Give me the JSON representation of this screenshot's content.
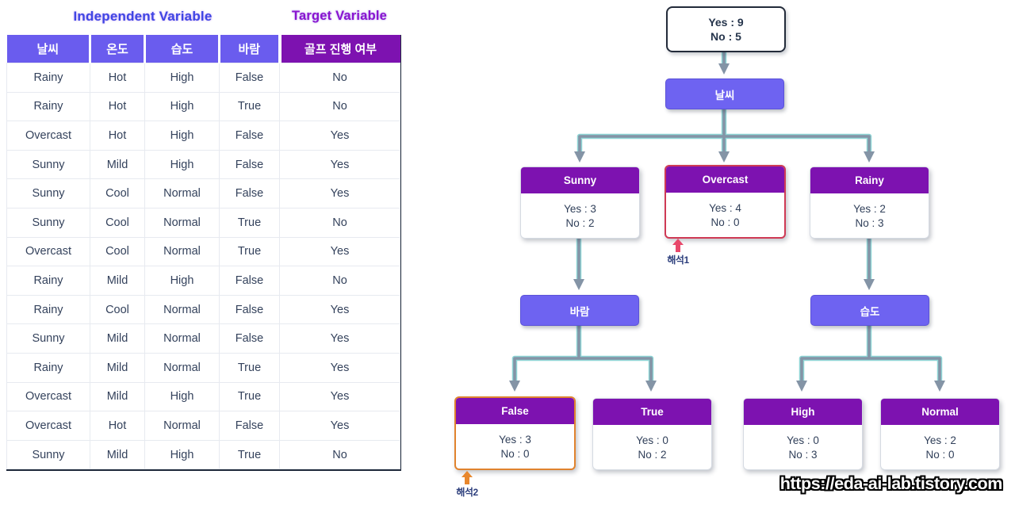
{
  "titles": {
    "independent": "Independent Variable",
    "target": "Target Variable"
  },
  "table": {
    "headers": [
      "날씨",
      "온도",
      "습도",
      "바람",
      "골프 진행 여부"
    ],
    "rows": [
      [
        "Rainy",
        "Hot",
        "High",
        "False",
        "No"
      ],
      [
        "Rainy",
        "Hot",
        "High",
        "True",
        "No"
      ],
      [
        "Overcast",
        "Hot",
        "High",
        "False",
        "Yes"
      ],
      [
        "Sunny",
        "Mild",
        "High",
        "False",
        "Yes"
      ],
      [
        "Sunny",
        "Cool",
        "Normal",
        "False",
        "Yes"
      ],
      [
        "Sunny",
        "Cool",
        "Normal",
        "True",
        "No"
      ],
      [
        "Overcast",
        "Cool",
        "Normal",
        "True",
        "Yes"
      ],
      [
        "Rainy",
        "Mild",
        "High",
        "False",
        "No"
      ],
      [
        "Rainy",
        "Cool",
        "Normal",
        "False",
        "Yes"
      ],
      [
        "Sunny",
        "Mild",
        "Normal",
        "False",
        "Yes"
      ],
      [
        "Rainy",
        "Mild",
        "Normal",
        "True",
        "Yes"
      ],
      [
        "Overcast",
        "Mild",
        "High",
        "True",
        "Yes"
      ],
      [
        "Overcast",
        "Hot",
        "Normal",
        "False",
        "Yes"
      ],
      [
        "Sunny",
        "Mild",
        "High",
        "True",
        "No"
      ]
    ]
  },
  "tree": {
    "root": {
      "yes": "Yes : 9",
      "no": "No : 5"
    },
    "weather": {
      "label": "날씨"
    },
    "wind": {
      "label": "바람"
    },
    "humidity": {
      "label": "습도"
    },
    "sunny": {
      "title": "Sunny",
      "yes": "Yes : 3",
      "no": "No : 2"
    },
    "overcast": {
      "title": "Overcast",
      "yes": "Yes : 4",
      "no": "No : 0"
    },
    "rainy": {
      "title": "Rainy",
      "yes": "Yes : 2",
      "no": "No : 3"
    },
    "false_node": {
      "title": "False",
      "yes": "Yes : 3",
      "no": "No : 0"
    },
    "true_node": {
      "title": "True",
      "yes": "Yes : 0",
      "no": "No : 2"
    },
    "high_node": {
      "title": "High",
      "yes": "Yes : 0",
      "no": "No : 3"
    },
    "normal_node": {
      "title": "Normal",
      "yes": "Yes : 2",
      "no": "No : 0"
    },
    "notes": {
      "note1": "해석1",
      "note2": "해석2"
    }
  },
  "watermark": "https://eda-ai-lab.tistory.com",
  "colors": {
    "node_blue": "#6e63f1",
    "node_purple": "#7d12b0",
    "table_header_blue": "#6a5cee",
    "table_header_purple": "#7d12b0",
    "highlight_red": "#cf3a55",
    "highlight_orange": "#e0832e",
    "connector_gray": "#8494a6",
    "connector_teal": "#8fd6d6",
    "title_blue": "#3f46e4",
    "title_purple": "#8a14cf",
    "note_arrow_red": "#e8486b",
    "note_arrow_orange": "#e8872c"
  }
}
